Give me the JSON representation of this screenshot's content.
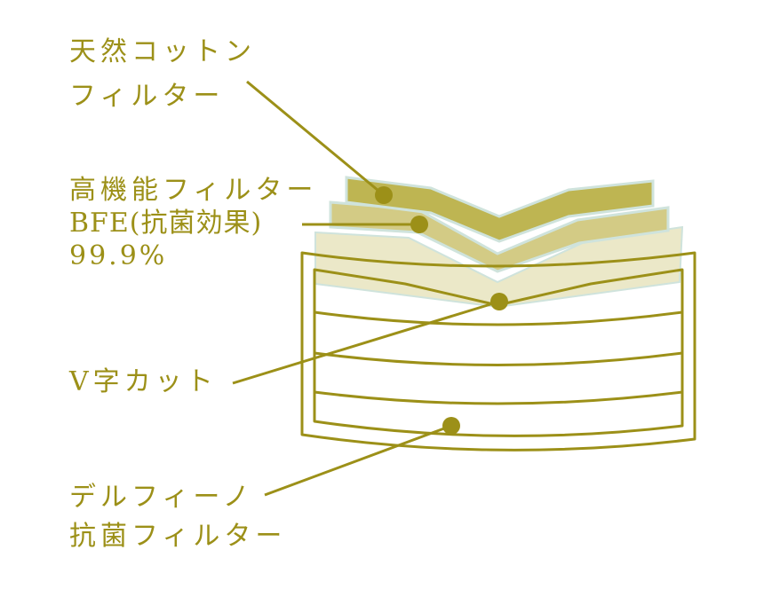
{
  "colors": {
    "accent": "#9c9018",
    "layer_top_fill": "#beb552",
    "layer_middle_fill": "#d3cb85",
    "layer_back_fill": "#ebe8c8",
    "layer_edge": "#cfe3dc",
    "background": "#ffffff"
  },
  "labels": {
    "cotton_filter": {
      "lines": [
        "天然コットン",
        "フィルター"
      ]
    },
    "high_performance_filter": {
      "lines": [
        "高機能フィルター",
        "BFE(抗菌効果)",
        "99.9%"
      ]
    },
    "v_cut": {
      "lines": [
        "V字カット"
      ]
    },
    "delfino_filter": {
      "lines": [
        "デルフィーノ",
        "抗菌フィルター"
      ]
    }
  }
}
